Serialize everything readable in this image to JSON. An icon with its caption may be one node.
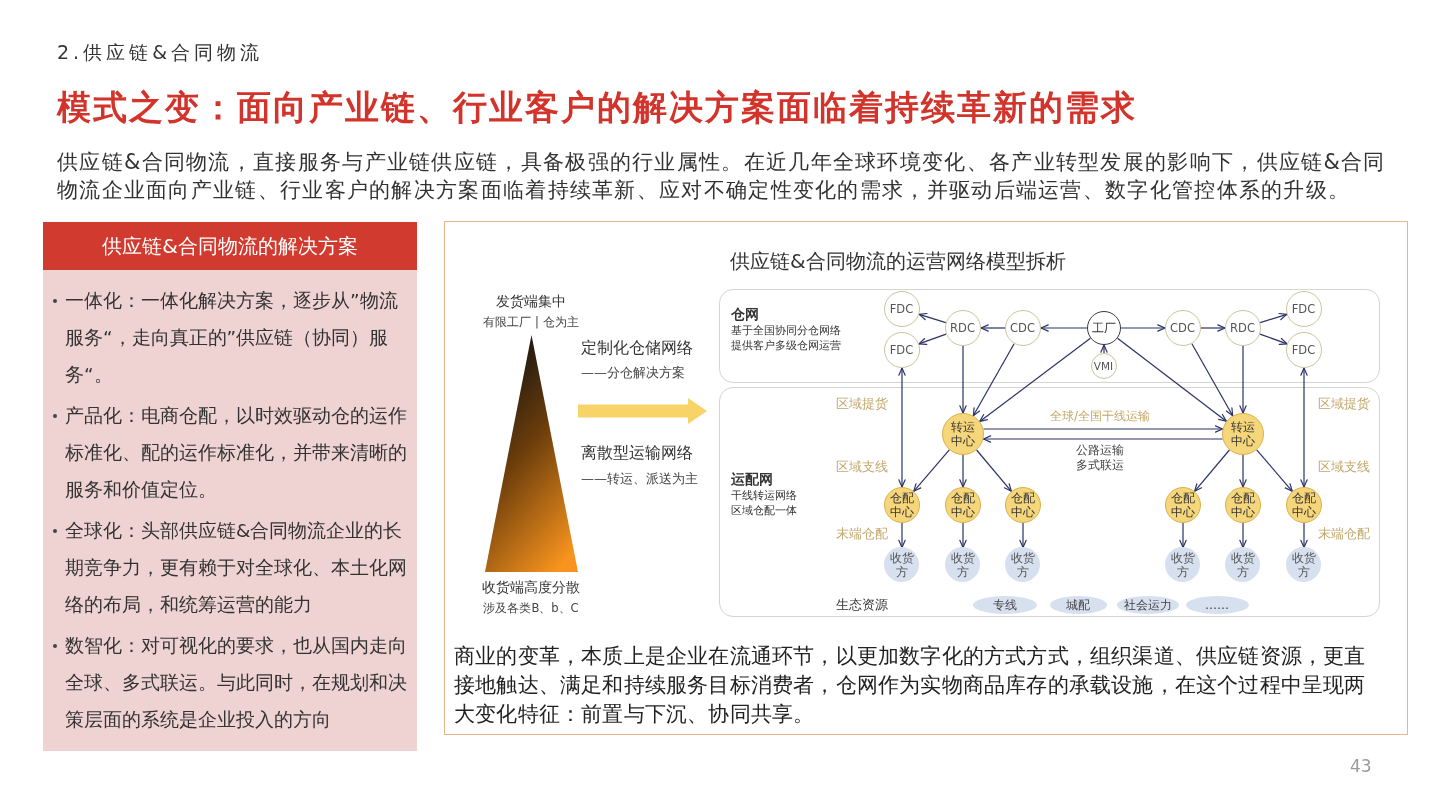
{
  "diagram": {
    "title": "模式之变：面向产业链、行业客户的解决方案面临着持续革新的需求",
    "nodes": [
      {
        "text": [
          "供应链&合同物流的解决方案",
          "一体化：一体化解决方案，逐步从”物流服务“，走向真正的”供应链（协同）服务“。",
          "产品化：电商仓配，以时效驱动仓的运作标准化、配的运作标准化，并带来清晰的服务和价值定位。",
          "全球化：头部供应链&合同物流企业的长期竞争力，更有赖于对全球化、本土化网络的布局，和统筹运营的能力",
          "数智化：对可视化的要求，也从国内走向全球、多式联运。与此同时，在规划和决策层面的系统是企业投入的方向"
        ]
      },
      {
        "text": [
          "供应链&合同物流的运营网络模型拆析",
          "商业的变革，本质上是企业在流通环节，以更加数字化的方式方式，组织渠道、供应链资源，更直接地触达、满足和持续服务目标消费者，仓网作为实物商品库存的承载设施，在这个过程中呈现两大变化特征：前置与下沉、协同共享。"
        ]
      },
      {
        "text": [],
        "shape": "triangle",
        "beside": [
          "发货端集中",
          "有限工厂 | 仓为主",
          "收货端高度分散",
          "涉及各类B、b、C"
        ],
        "in": 1
      },
      {
        "text": [
          "仓网",
          "基于全国协同分仓网络提供客户多级仓网运营"
        ],
        "in": 1
      },
      {
        "text": [
          "运配网",
          "干线转运网络区域仓配一体"
        ],
        "in": 1
      },
      {
        "text": [
          "FDC"
        ],
        "in": 3
      },
      {
        "text": [
          "FDC"
        ],
        "in": 3
      },
      {
        "text": [
          "RDC"
        ],
        "in": 3
      },
      {
        "text": [
          "CDC"
        ],
        "in": 3
      },
      {
        "text": [
          "工厂"
        ],
        "in": 3
      },
      {
        "text": [
          "VMI"
        ],
        "in": 3
      },
      {
        "text": [
          "CDC"
        ],
        "in": 3
      },
      {
        "text": [
          "RDC"
        ],
        "in": 3
      },
      {
        "text": [
          "FDC"
        ],
        "in": 3
      },
      {
        "text": [
          "FDC"
        ],
        "in": 3
      },
      {
        "text": [
          "转运中心"
        ],
        "in": 4
      },
      {
        "text": [
          "转运中心"
        ],
        "in": 4
      },
      {
        "text": [
          "仓配中心"
        ],
        "in": 4
      },
      {
        "text": [
          "仓配中心"
        ],
        "in": 4
      },
      {
        "text": [
          "仓配中心"
        ],
        "in": 4
      },
      {
        "text": [
          "仓配中心"
        ],
        "in": 4
      },
      {
        "text": [
          "仓配中心"
        ],
        "in": 4
      },
      {
        "text": [
          "仓配中心"
        ],
        "in": 4
      },
      {
        "text": [
          "收货方"
        ],
        "in": 4
      },
      {
        "text": [
          "收货方"
        ],
        "in": 4
      },
      {
        "text": [
          "收货方"
        ],
        "in": 4
      },
      {
        "text": [
          "收货方"
        ],
        "in": 4
      },
      {
        "text": [
          "收货方"
        ],
        "in": 4
      },
      {
        "text": [
          "收货方"
        ],
        "in": 4
      },
      {
        "text": [
          "专线"
        ],
        "in": 4
      },
      {
        "text": [
          "城配"
        ],
        "in": 4
      },
      {
        "text": [
          "社会运力"
        ],
        "in": 4
      },
      {
        "text": [
          "……"
        ],
        "in": 4
      }
    ],
    "edges": [
      {
        "from": 2,
        "to": null,
        "arrow": "to",
        "style": "thick",
        "color": "#f8d468"
      },
      {
        "from": 7,
        "to": 5,
        "arrow": "to"
      },
      {
        "from": 7,
        "to": 6,
        "arrow": "to"
      },
      {
        "from": 8,
        "to": 7,
        "arrow": "to"
      },
      {
        "from": 9,
        "to": 8,
        "arrow": "to"
      },
      {
        "from": 9,
        "to": 11,
        "arrow": "to"
      },
      {
        "from": 11,
        "to": 12,
        "arrow": "to"
      },
      {
        "from": 12,
        "to": 13,
        "arrow": "to"
      },
      {
        "from": 12,
        "to": 14,
        "arrow": "to"
      },
      {
        "from": 10,
        "to": 9,
        "arrow": "to"
      },
      {
        "from": 7,
        "to": 15,
        "arrow": "to"
      },
      {
        "from": 8,
        "to": 15,
        "arrow": "to"
      },
      {
        "from": 9,
        "to": 15,
        "arrow": "to"
      },
      {
        "from": 9,
        "to": 16,
        "arrow": "to"
      },
      {
        "from": 11,
        "to": 16,
        "arrow": "to"
      },
      {
        "from": 12,
        "to": 16,
        "arrow": "to"
      },
      {
        "from": 6,
        "to": 17,
        "arrow": "both"
      },
      {
        "from": 14,
        "to": 22,
        "arrow": "both"
      },
      {
        "from": 15,
        "to": 16,
        "arrow": "to",
        "label": "全球/全国干线运输"
      },
      {
        "from": 16,
        "to": 15,
        "arrow": "to",
        "label": "公路运输多式联运"
      },
      {
        "from": 15,
        "to": 17,
        "arrow": "to"
      },
      {
        "from": 15,
        "to": 18,
        "arrow": "to"
      },
      {
        "from": 15,
        "to": 19,
        "arrow": "to"
      },
      {
        "from": 16,
        "to": 20,
        "arrow": "to"
      },
      {
        "from": 16,
        "to": 21,
        "arrow": "to"
      },
      {
        "from": 16,
        "to": 22,
        "arrow": "to"
      },
      {
        "from": 17,
        "to": 23,
        "arrow": "to"
      },
      {
        "from": 18,
        "to": 24,
        "arrow": "to"
      },
      {
        "from": 19,
        "to": 25,
        "arrow": "to"
      },
      {
        "from": 20,
        "to": 26,
        "arrow": "to"
      },
      {
        "from": 21,
        "to": 27,
        "arrow": "to"
      },
      {
        "from": 22,
        "to": 28,
        "arrow": "to"
      }
    ],
    "labels": [
      "2.供应链&合同物流",
      "供应链&合同物流，直接服务与产业链供应链，具备极强的行业属性。在近几年全球环境变化、各产业转型发展的影响下，供应链&合同物流企业面向产业链、行业客户的解决方案面临着持续革新、应对不确定性变化的需求，并驱动后端运营、数字化管控体系的升级。",
      "定制化仓储网络",
      "——分仓解决方案",
      "离散型运输网络",
      "——转运、派送为主",
      "区域提货",
      "区域提货",
      "区域支线",
      "区域支线",
      "末端仓配",
      "末端仓配",
      "生态资源",
      "43"
    ]
  }
}
